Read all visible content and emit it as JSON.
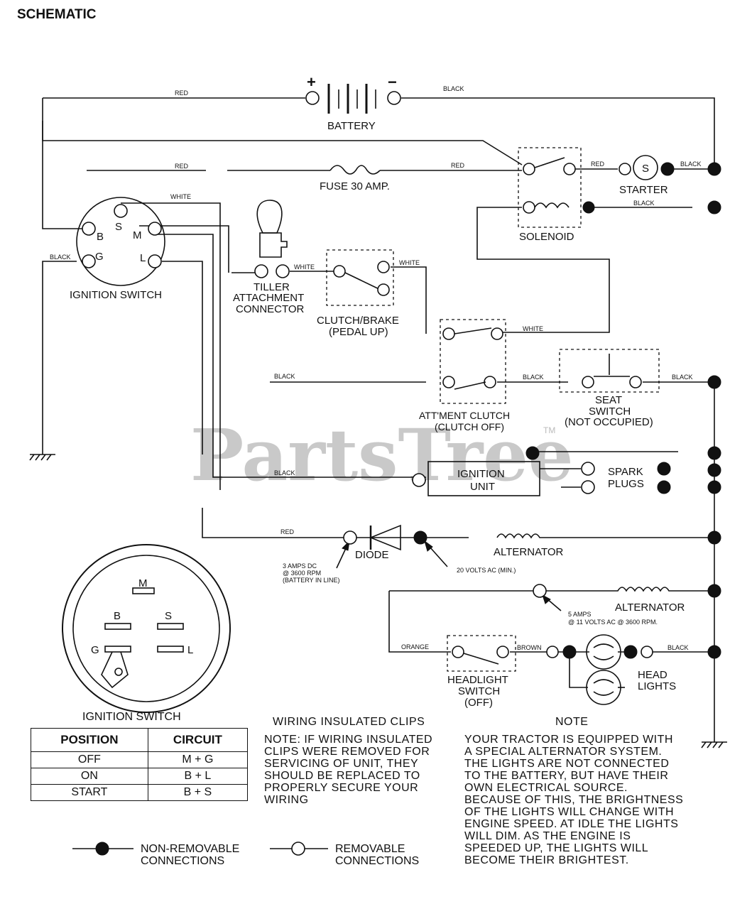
{
  "title": "SCHEMATIC",
  "watermark": "PartsTree",
  "watermark_tm": "TM",
  "components": {
    "battery": "BATTERY",
    "battery_pos": "+",
    "battery_neg": "−",
    "fuse": "FUSE 30 AMP.",
    "starter": "STARTER",
    "starter_s": "S",
    "solenoid": "SOLENOID",
    "ignition_switch": "IGNITION SWITCH",
    "tiller_connector": [
      "TILLER",
      "ATTACHMENT",
      "CONNECTOR"
    ],
    "clutch_brake": [
      "CLUTCH/BRAKE",
      "(PEDAL UP)"
    ],
    "attment_clutch": [
      "ATT'MENT CLUTCH",
      "(CLUTCH OFF)"
    ],
    "seat_switch": [
      "SEAT",
      "SWITCH",
      "(NOT OCCUPIED)"
    ],
    "ignition_unit": [
      "IGNITION",
      "UNIT"
    ],
    "spark_plugs": [
      "SPARK",
      "PLUGS"
    ],
    "diode": "DIODE",
    "alternator_1": "ALTERNATOR",
    "alternator_2": "ALTERNATOR",
    "headlight_switch": [
      "HEADLIGHT",
      "SWITCH",
      "(OFF)"
    ],
    "head_lights": [
      "HEAD",
      "LIGHTS"
    ],
    "terminals": {
      "b": "B",
      "s": "S",
      "m": "M",
      "g": "G",
      "l": "L"
    }
  },
  "wire_labels": {
    "red_battery": "RED",
    "black_battery": "BLACK",
    "red_fuse": "RED",
    "red_fuse_right": "RED",
    "red_solenoid": "RED",
    "black_starter": "BLACK",
    "black_solenoid": "BLACK",
    "white_switch": "WHITE",
    "black_g": "BLACK",
    "white_tiller": "WHITE",
    "white_clutch": "WHITE",
    "white_solenoid": "WHITE",
    "black_mid": "BLACK",
    "black_seat_left": "BLACK",
    "black_seat_right": "BLACK",
    "black_ignition": "BLACK",
    "red_diode": "RED",
    "orange": "ORANGE",
    "brown": "BROWN",
    "black_lights": "BLACK"
  },
  "annotations": {
    "diode_amps": [
      "3 AMPS DC",
      "@ 3600 RPM",
      "(BATTERY IN LINE)"
    ],
    "alt_volts": "20 VOLTS AC (MIN.)",
    "alt2_amps": [
      "5 AMPS",
      "@ 11 VOLTS AC @ 3600 RPM."
    ]
  },
  "switch_face": {
    "title": "IGNITION SWITCH",
    "m": "M",
    "b": "B",
    "s": "S",
    "g": "G",
    "l": "L"
  },
  "position_table": {
    "headers": [
      "POSITION",
      "CIRCUIT"
    ],
    "rows": [
      [
        "OFF",
        "M + G"
      ],
      [
        "ON",
        "B + L"
      ],
      [
        "START",
        "B + S"
      ]
    ]
  },
  "wiring_clips": {
    "heading": "WIRING INSULATED CLIPS",
    "text": "NOTE: IF WIRING INSULATED\nCLIPS WERE REMOVED FOR\nSERVICING OF UNIT, THEY\nSHOULD BE REPLACED TO\nPROPERLY SECURE YOUR\nWIRING"
  },
  "note": {
    "heading": "NOTE",
    "text": "YOUR TRACTOR IS EQUIPPED WITH\nA SPECIAL ALTERNATOR SYSTEM.\nTHE LIGHTS ARE NOT CONNECTED\nTO  THE BATTERY, BUT HAVE THEIR\nOWN ELECTRICAL SOURCE.\nBECAUSE OF THIS, THE BRIGHTNESS\nOF THE LIGHTS WILL CHANGE WITH\nENGINE SPEED.  AT IDLE THE LIGHTS\nWILL DIM.  AS THE ENGINE IS\nSPEEDED UP, THE LIGHTS WILL\nBECOME THEIR BRIGHTEST."
  },
  "legend": {
    "non_removable": [
      "NON-REMOVABLE",
      "CONNECTIONS"
    ],
    "removable": [
      "REMOVABLE",
      "CONNECTIONS"
    ]
  }
}
